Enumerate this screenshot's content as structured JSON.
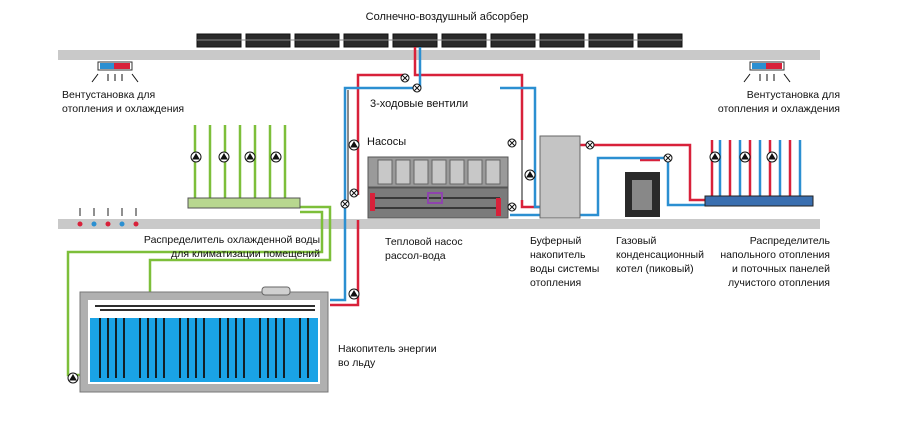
{
  "labels": {
    "solar_absorber": "Солнечно-воздушный абсорбер",
    "vent_left": "Вентустановка для\nотопления и охлаждения",
    "vent_right": "Вентустановка для\nотопления и охлаждения",
    "three_way_valves": "3-ходовые вентили",
    "pumps": "Насосы",
    "chilled_distributor": "Распределитель охлажденной воды\nдля климатизации помещений",
    "heat_pump": "Тепловой насос\nрассол-вода",
    "buffer_tank": "Буферный\nнакопитель\nводы системы\nотопления",
    "gas_boiler": "Газовый\nконденсационный\nкотел (пиковый)",
    "floor_distributor": "Распределитель\nнапольного отопления\nи поточных панелей\nлучистого отопления",
    "ice_storage": "Накопитель энергии\nво льду"
  },
  "colors": {
    "hot": "#d8213a",
    "cold": "#2b8fd1",
    "glycol": "#7dbf3a",
    "dark": "#1b1b1b",
    "frame": "#8a8a8a",
    "floor": "#c9c9c9",
    "ice": "#1aa3e6"
  }
}
